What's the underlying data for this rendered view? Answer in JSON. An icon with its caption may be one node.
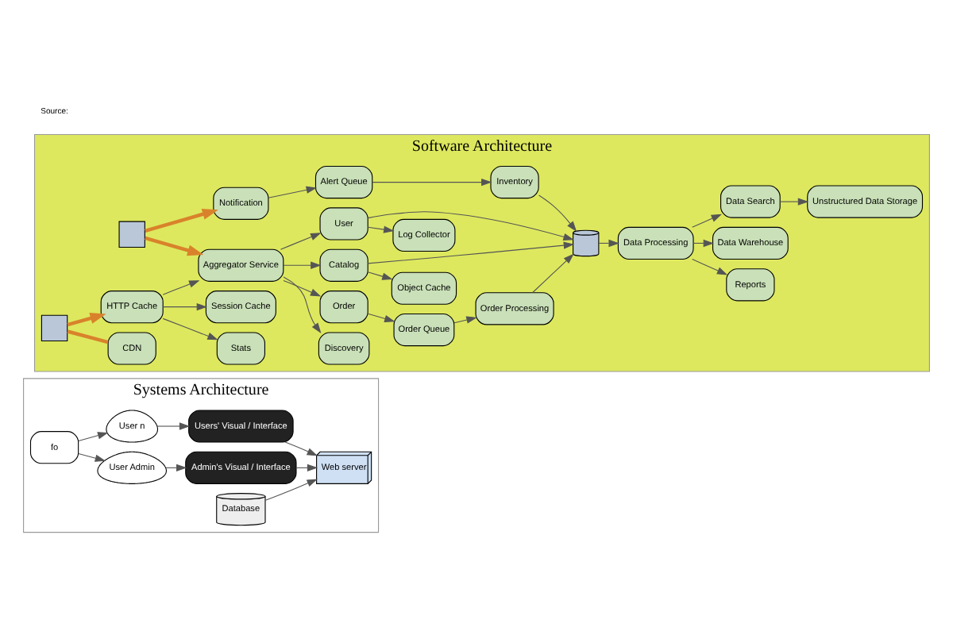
{
  "diagram": {
    "nodes": [
      {
        "text": [
          "Systems Architecture"
        ]
      },
      {
        "text": [
          "fo"
        ],
        "in": 0
      },
      {
        "text": [
          "User Admin"
        ],
        "in": 0
      },
      {
        "text": [
          "User n"
        ],
        "in": 0
      },
      {
        "text": [
          "Admin's Visual / Interface"
        ],
        "in": 0
      },
      {
        "text": [
          "Users' Visual / Interface"
        ],
        "in": 0
      },
      {
        "text": [
          "Web server"
        ],
        "in": 0
      },
      {
        "text": [
          "Database"
        ],
        "in": 0
      },
      {
        "text": [
          "Software Architecture"
        ]
      },
      {
        "text": [],
        "shape": "box",
        "in": 8
      },
      {
        "text": [],
        "shape": "box",
        "in": 8
      },
      {
        "text": [
          "CDN"
        ],
        "in": 8
      },
      {
        "text": [
          "HTTP Cache"
        ],
        "in": 8
      },
      {
        "text": [
          "Stats"
        ],
        "in": 8
      },
      {
        "text": [
          "Session Cache"
        ],
        "in": 8
      },
      {
        "text": [
          "Discovery"
        ],
        "in": 8
      },
      {
        "text": [
          "Aggregator Service"
        ],
        "in": 8
      },
      {
        "text": [
          "Notification"
        ],
        "in": 8
      },
      {
        "text": [
          "Alert Queue"
        ],
        "in": 8
      },
      {
        "text": [
          "Inventory"
        ],
        "in": 8
      },
      {
        "text": [
          "Order Queue"
        ],
        "in": 8
      },
      {
        "text": [
          "Order"
        ],
        "in": 8
      },
      {
        "text": [
          "Order Processing"
        ],
        "in": 8
      },
      {
        "text": [
          "Catalog"
        ],
        "in": 8
      },
      {
        "text": [
          "Object Cache"
        ],
        "in": 8
      },
      {
        "text": [
          "User"
        ],
        "in": 8
      },
      {
        "text": [
          "Log Collector"
        ],
        "in": 8
      },
      {
        "text": [],
        "shape": "cylinder",
        "in": 8
      },
      {
        "text": [
          "Reports"
        ],
        "in": 8
      },
      {
        "text": [
          "Data Warehouse"
        ],
        "in": 8
      },
      {
        "text": [
          "Data Processing"
        ],
        "in": 8
      },
      {
        "text": [
          "Data Search"
        ],
        "in": 8
      },
      {
        "text": [
          "Unstructured Data Storage"
        ],
        "in": 8
      }
    ],
    "edges": [
      {
        "from": 1,
        "to": 2,
        "arrow": "to"
      },
      {
        "from": 1,
        "to": 3,
        "arrow": "to"
      },
      {
        "from": 2,
        "to": 4,
        "arrow": "to"
      },
      {
        "from": 3,
        "to": 5,
        "arrow": "to"
      },
      {
        "from": 4,
        "to": 6,
        "arrow": "to"
      },
      {
        "from": 5,
        "to": 6,
        "arrow": "to"
      },
      {
        "from": 7,
        "to": 6,
        "arrow": "to"
      },
      {
        "from": 10,
        "to": 11,
        "arrow": "none",
        "style": "thick",
        "color": "#d9822b"
      },
      {
        "from": 10,
        "to": 12,
        "arrow": "to",
        "style": "thick",
        "color": "#d9822b"
      },
      {
        "from": 9,
        "to": 17,
        "arrow": "to",
        "style": "thick",
        "color": "#d9822b"
      },
      {
        "from": 9,
        "to": 16,
        "arrow": "to",
        "style": "thick",
        "color": "#d9822b"
      },
      {
        "from": 12,
        "to": 13,
        "arrow": "to"
      },
      {
        "from": 12,
        "to": 14,
        "arrow": "to"
      },
      {
        "from": 12,
        "to": 16,
        "arrow": "to"
      },
      {
        "from": 16,
        "to": 15,
        "arrow": "to"
      },
      {
        "from": 16,
        "to": 21,
        "arrow": "to"
      },
      {
        "from": 16,
        "to": 23,
        "arrow": "to"
      },
      {
        "from": 16,
        "to": 25,
        "arrow": "to"
      },
      {
        "from": 17,
        "to": 18,
        "arrow": "to"
      },
      {
        "from": 18,
        "to": 19,
        "arrow": "to"
      },
      {
        "from": 21,
        "to": 20,
        "arrow": "to"
      },
      {
        "from": 20,
        "to": 22,
        "arrow": "to"
      },
      {
        "from": 23,
        "to": 24,
        "arrow": "to"
      },
      {
        "from": 25,
        "to": 26,
        "arrow": "to"
      },
      {
        "from": 19,
        "to": 27,
        "arrow": "to"
      },
      {
        "from": 22,
        "to": 27,
        "arrow": "to"
      },
      {
        "from": 23,
        "to": 27,
        "arrow": "to"
      },
      {
        "from": 25,
        "to": 27,
        "arrow": "to"
      },
      {
        "from": 27,
        "to": 30,
        "arrow": "to"
      },
      {
        "from": 30,
        "to": 28,
        "arrow": "to"
      },
      {
        "from": 30,
        "to": 29,
        "arrow": "to"
      },
      {
        "from": 30,
        "to": 31,
        "arrow": "to"
      },
      {
        "from": 31,
        "to": 32,
        "arrow": "to"
      }
    ],
    "labels": [
      "Source:"
    ]
  }
}
